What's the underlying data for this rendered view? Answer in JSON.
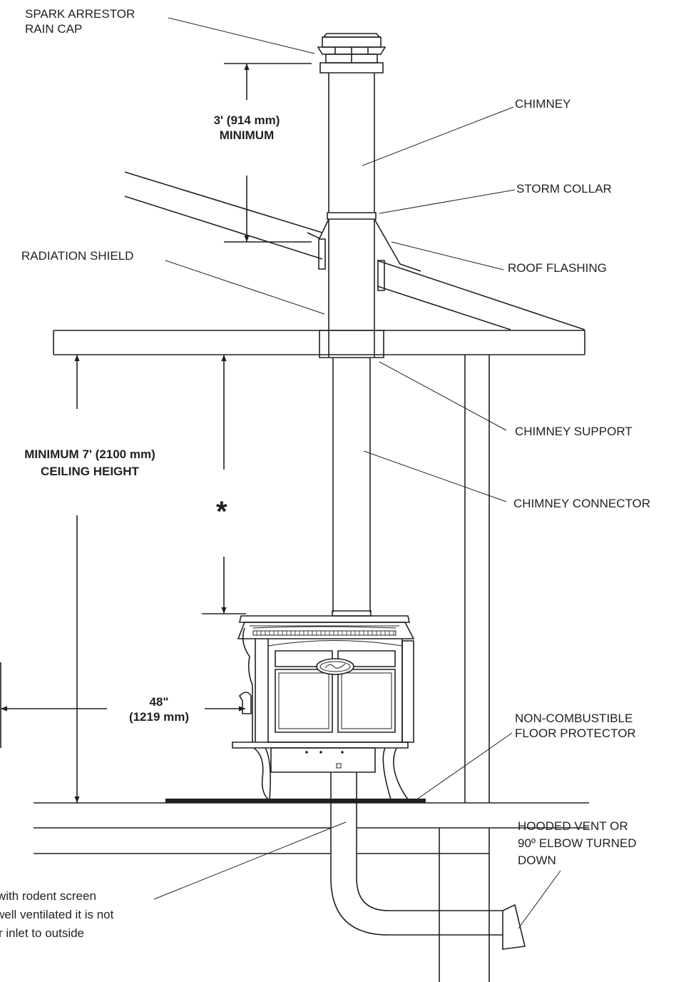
{
  "labels": {
    "spark_arrestor": [
      "SPARK ARRESTOR",
      "RAIN CAP"
    ],
    "chimney": "CHIMNEY",
    "storm_collar": "STORM COLLAR",
    "roof_flashing": "ROOF FLASHING",
    "radiation_shield": "RADIATION SHIELD",
    "chimney_support": "CHIMNEY SUPPORT",
    "chimney_connector": "CHIMNEY CONNECTOR",
    "floor_protector": [
      "NON-COMBUSTIBLE",
      "FLOOR PROTECTOR"
    ],
    "hooded_vent": [
      "HOODED VENT OR",
      "90º ELBOW TURNED",
      "DOWN"
    ],
    "rodent_screen_note": [
      "with rodent screen",
      "well ventilated it is not",
      "r inlet to outside"
    ]
  },
  "dimensions": {
    "chimney_height": [
      "3' (914 mm)",
      "MINIMUM"
    ],
    "ceiling_height": [
      "MINIMUM 7' (2100 mm)",
      "CEILING HEIGHT"
    ],
    "asterisk": "*",
    "clearance": [
      "48\"",
      "(1219 mm)"
    ]
  },
  "colors": {
    "line": "#231f20",
    "floor_protector": "#231f20",
    "background": "#ffffff"
  }
}
